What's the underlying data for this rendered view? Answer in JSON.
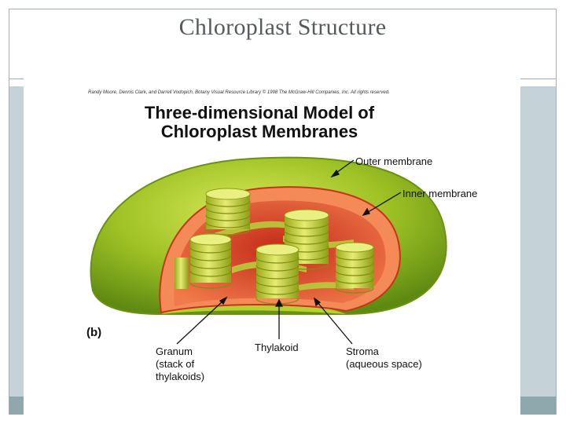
{
  "slide": {
    "title": "Chloroplast Structure"
  },
  "figure": {
    "copyright": "Randy Moore, Dennis Clark, and Darrell Vodopich, Botany Visual Resource Library © 1998 The McGraw-Hill Companies, Inc. All rights reserved.",
    "heading": "Three-dimensional Model of\nChloroplast Membranes",
    "panel_letter": "(b)",
    "labels": {
      "outer_membrane": "Outer membrane",
      "inner_membrane": "Inner membrane",
      "granum": "Granum\n(stack of\nthylakoids)",
      "thylakoid": "Thylakoid",
      "stroma": "Stroma\n(aqueous space)"
    }
  },
  "colors": {
    "outer_green": "#9ec225",
    "inner_red": "#e0452a",
    "thylakoid_yellow": "#c9d63a",
    "side_bar": "#c5d3d8",
    "foot_bar": "#8fa8ad"
  }
}
